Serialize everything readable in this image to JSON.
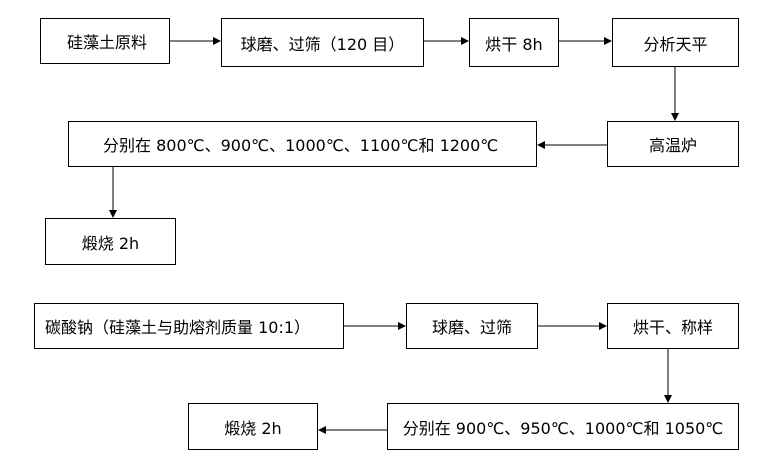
{
  "flow1": {
    "raw_material": "硅藻土原料",
    "ball_mill_sieve": "球磨、过筛（120 目）",
    "dry": "烘干 8h",
    "balance": "分析天平",
    "furnace": "高温炉",
    "temperatures": "分别在 800℃、900℃、1000℃、1100℃和 1200℃",
    "calcine": "煅烧 2h"
  },
  "flow2": {
    "raw_material": "碳酸钠（硅藻土与助熔剂质量 10:1）",
    "ball_mill_sieve": "球磨、过筛",
    "dry_weigh": "烘干、称样",
    "temperatures": "分别在 900℃、950℃、1000℃和 1050℃",
    "calcine": "煅烧 2h"
  }
}
